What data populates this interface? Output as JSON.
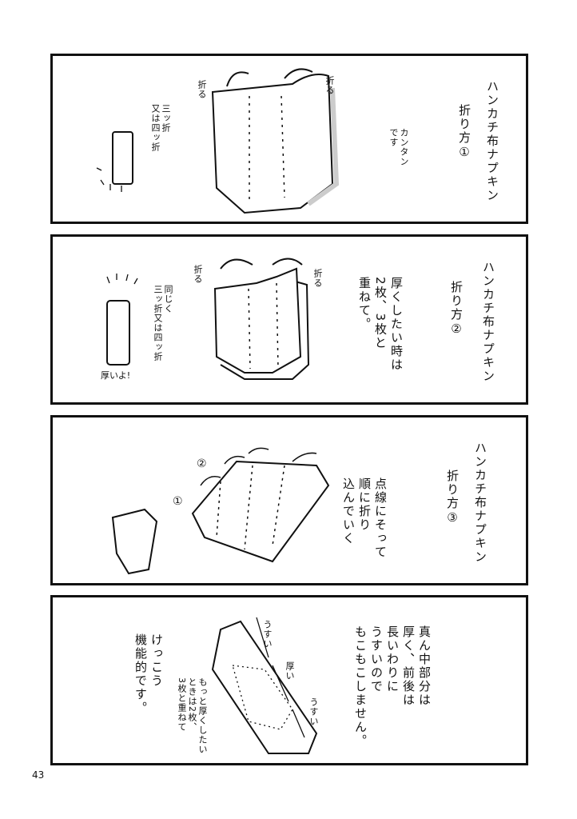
{
  "page_number": "43",
  "panels": [
    {
      "title": "ハンカチ布ナプキン",
      "method": "折り方①",
      "note": "カンタン\nです",
      "fold_left": "折る",
      "fold_right": "折る",
      "side_note": "三ッ折\n又は四ッ折"
    },
    {
      "title": "ハンカチ布ナプキン",
      "method": "折り方②",
      "note": "厚くしたい時は\n2枚、3枚と\n重ねて。",
      "fold_left": "折る",
      "fold_right": "折る",
      "side_note": "同じく\n三ッ折又は四ッ折",
      "exclaim": "厚いよ!"
    },
    {
      "title": "ハンカチ布ナプキン",
      "method": "折り方③",
      "note": "点線にそって\n順に折り\n込んでいく",
      "step1": "①",
      "step2": "②"
    },
    {
      "note": "真ん中部分は\n厚く、前後は\n長いわりに\nうすいので\nもこもこしません。",
      "label_thin": "うすい",
      "label_thick": "厚い",
      "side_note": "けっこう\n機能的です。",
      "small_note": "もっと厚くしたい\nときは2枚、\n3枚と重ねて"
    }
  ]
}
